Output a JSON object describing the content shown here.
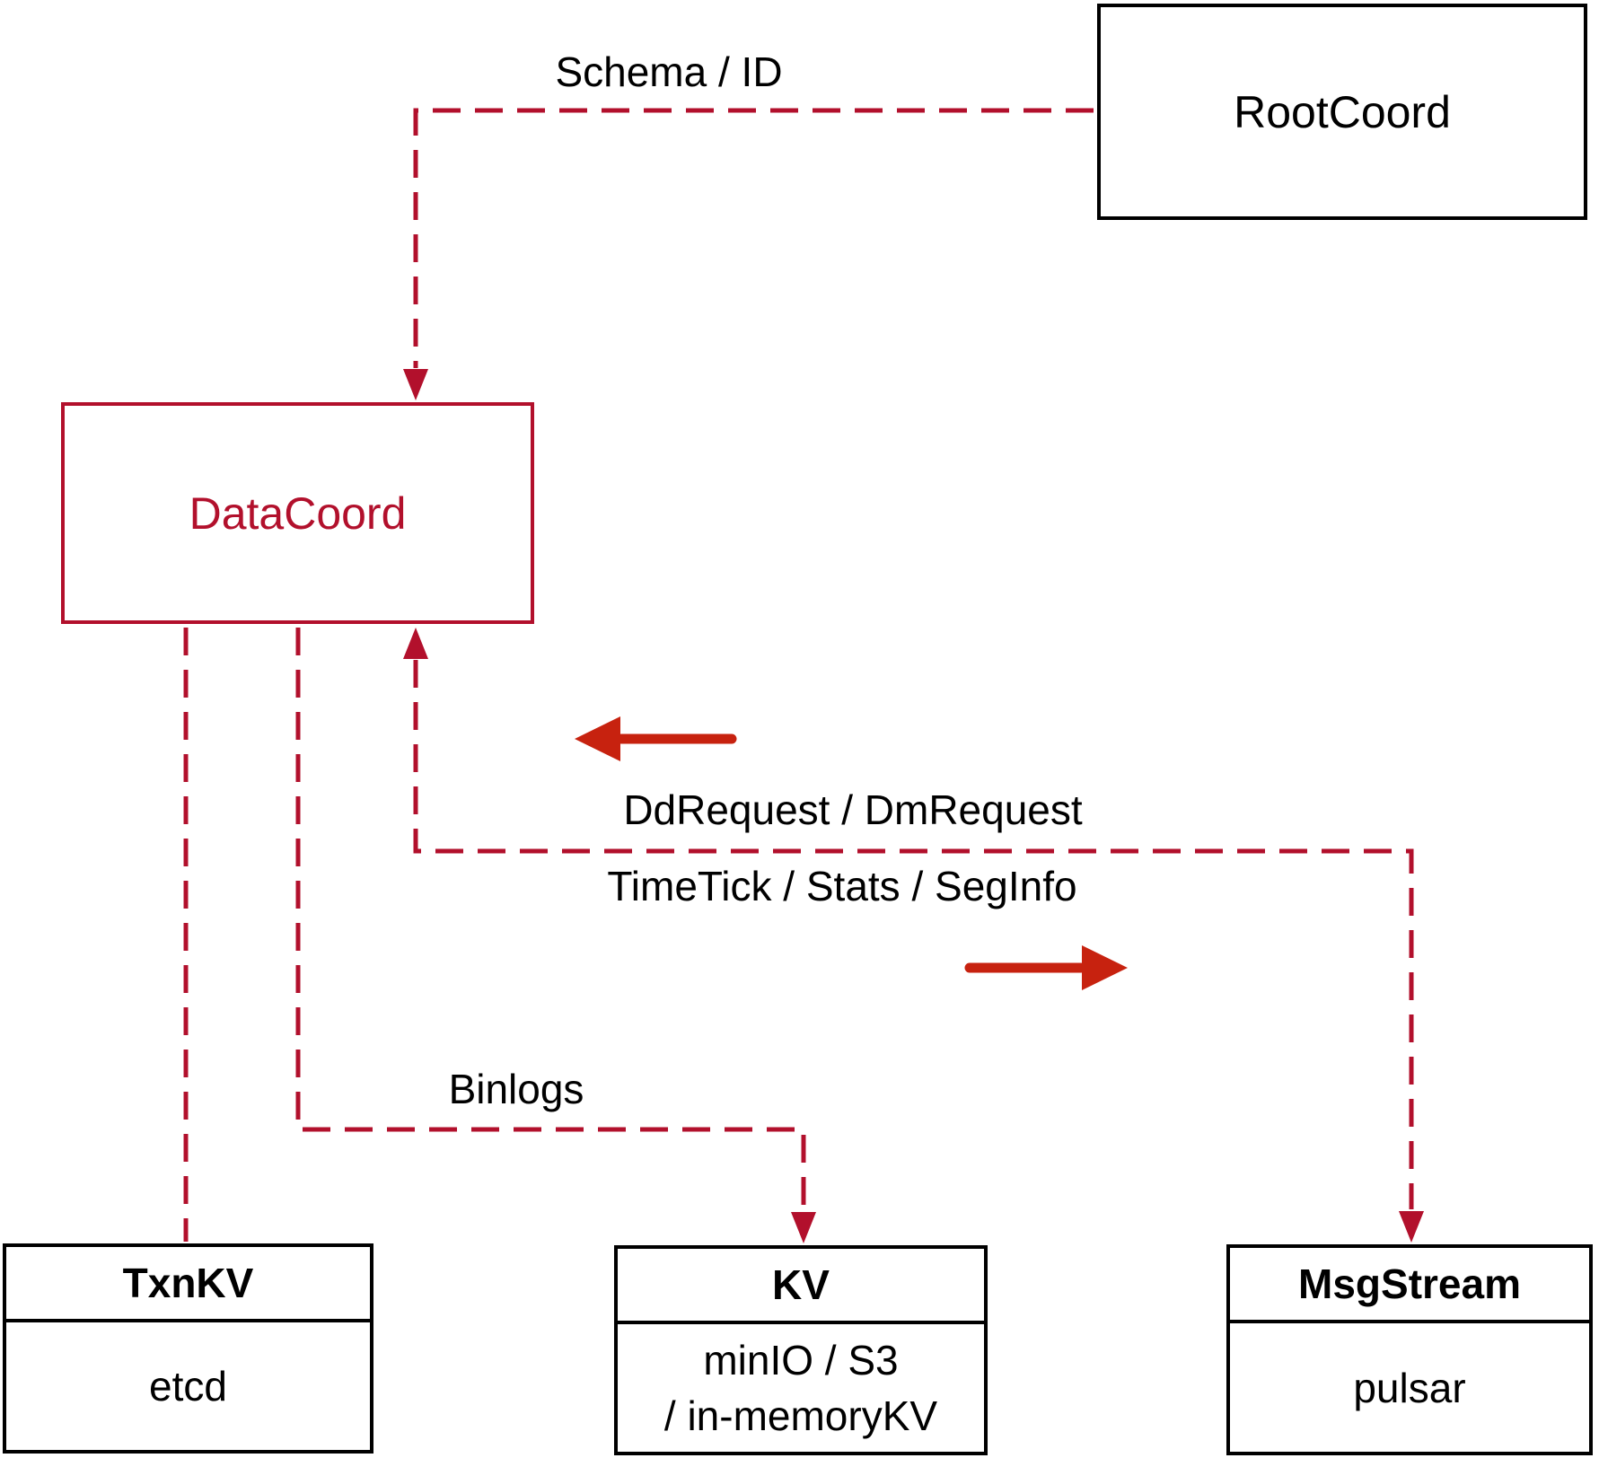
{
  "nodes": {
    "rootcoord": {
      "label": "RootCoord"
    },
    "datacoord": {
      "label": "DataCoord"
    },
    "txnkv": {
      "title": "TxnKV",
      "body": "etcd"
    },
    "kv": {
      "title": "KV",
      "body_line1": "minIO / S3",
      "body_line2": "/ in-memoryKV"
    },
    "msgstream": {
      "title": "MsgStream",
      "body": "pulsar"
    }
  },
  "edges": {
    "schema_id": {
      "label": "Schema / ID"
    },
    "dd_dm_request": {
      "label": "DdRequest / DmRequest"
    },
    "timetick_stats_seginfo": {
      "label": "TimeTick / Stats / SegInfo"
    },
    "binlogs": {
      "label": "Binlogs"
    }
  },
  "colors": {
    "dashed_line_crimson": "#b2102c",
    "solid_arrow_red": "#c7220f",
    "box_border_black": "#000000",
    "background": "#ffffff"
  }
}
